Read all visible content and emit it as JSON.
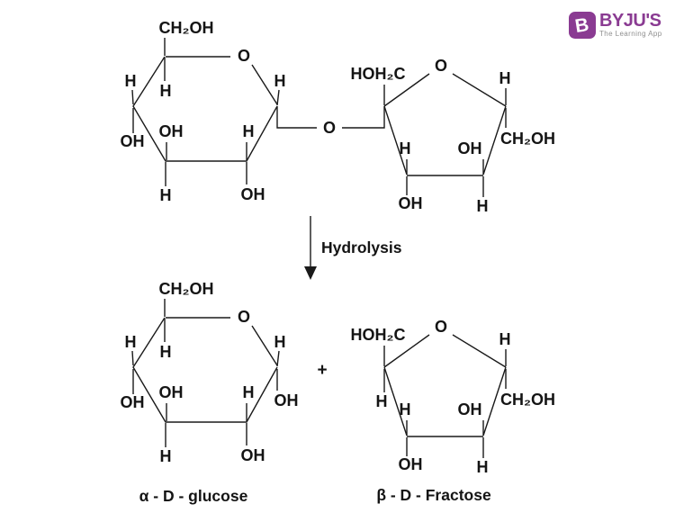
{
  "logo": {
    "brand": "BYJU'S",
    "tagline": "The Learning App",
    "icon_letter": "B",
    "brand_color": "#8a3b92",
    "tagline_color": "#8f8f8f"
  },
  "atoms": {
    "ch2oh": "CH₂OH",
    "hoh2c": "HOH₂C",
    "o": "O",
    "h": "H",
    "oh": "OH"
  },
  "reaction": {
    "arrow_label": "Hydrolysis",
    "plus": "+"
  },
  "products": {
    "glucose": "α - D - glucose",
    "fructose": "β - D - Fractose"
  },
  "colors": {
    "bond": "#1a1a1a",
    "label": "#141414",
    "background": "#ffffff"
  }
}
